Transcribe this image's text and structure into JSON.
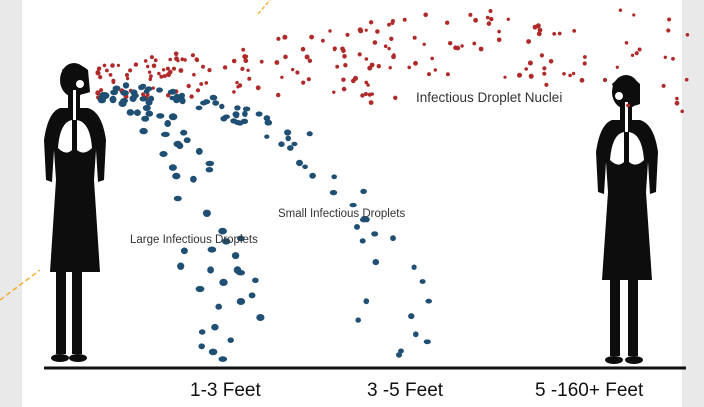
{
  "labels": {
    "nuclei": "Infectious Droplet Nuclei",
    "small": "Small Infectious Droplets",
    "large": "Large Infectious Droplets"
  },
  "distances": [
    "1-3 Feet",
    "3 -5 Feet",
    "5 -160+ Feet"
  ],
  "colors": {
    "background": "#e9e9e9",
    "panel": "#ffffff",
    "silhouette": "#0d0d0d",
    "large_droplets": "#1f4f73",
    "small_droplets": "#1f4f73",
    "nuclei": "#b02a2a",
    "accent_line": "#f5a623"
  }
}
